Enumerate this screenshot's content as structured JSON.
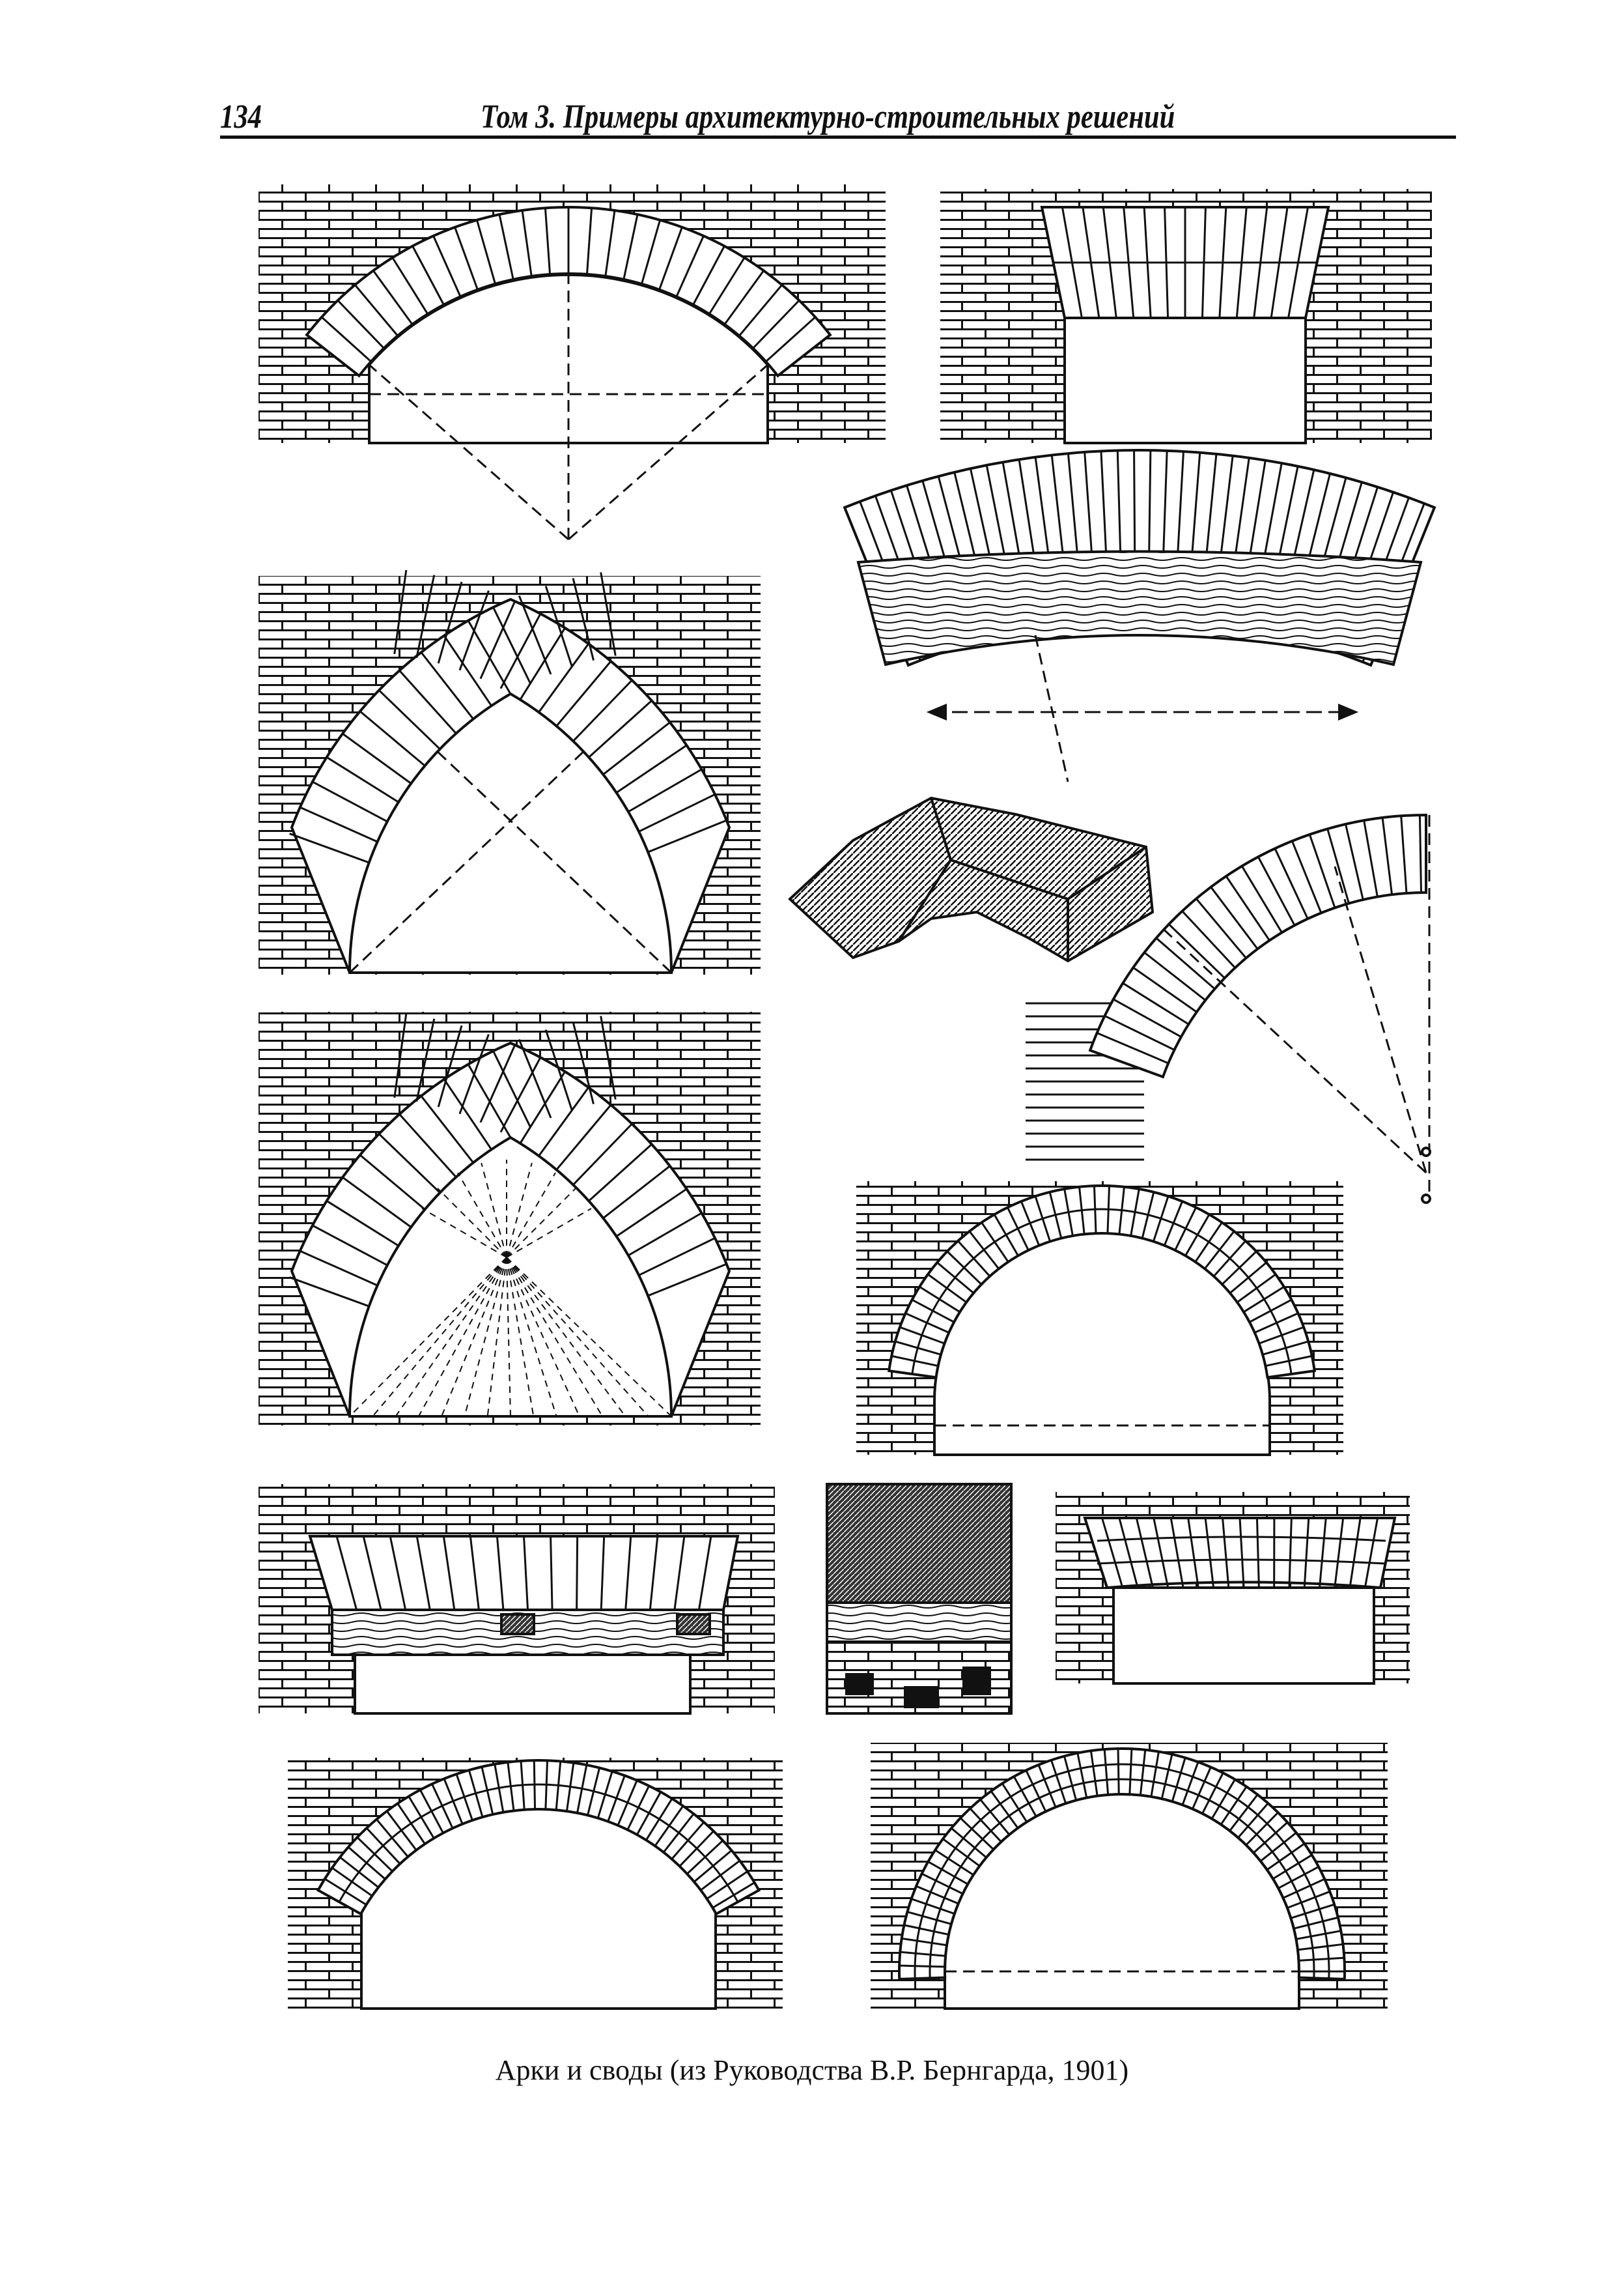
{
  "header": {
    "page_number": "134",
    "running_title": "Том 3. Примеры архитектурно-строительных решений"
  },
  "caption": "Арки и своды (из Руководства В.Р. Бернгарда, 1901)",
  "colors": {
    "ink": "#111111",
    "paper": "#ffffff"
  }
}
